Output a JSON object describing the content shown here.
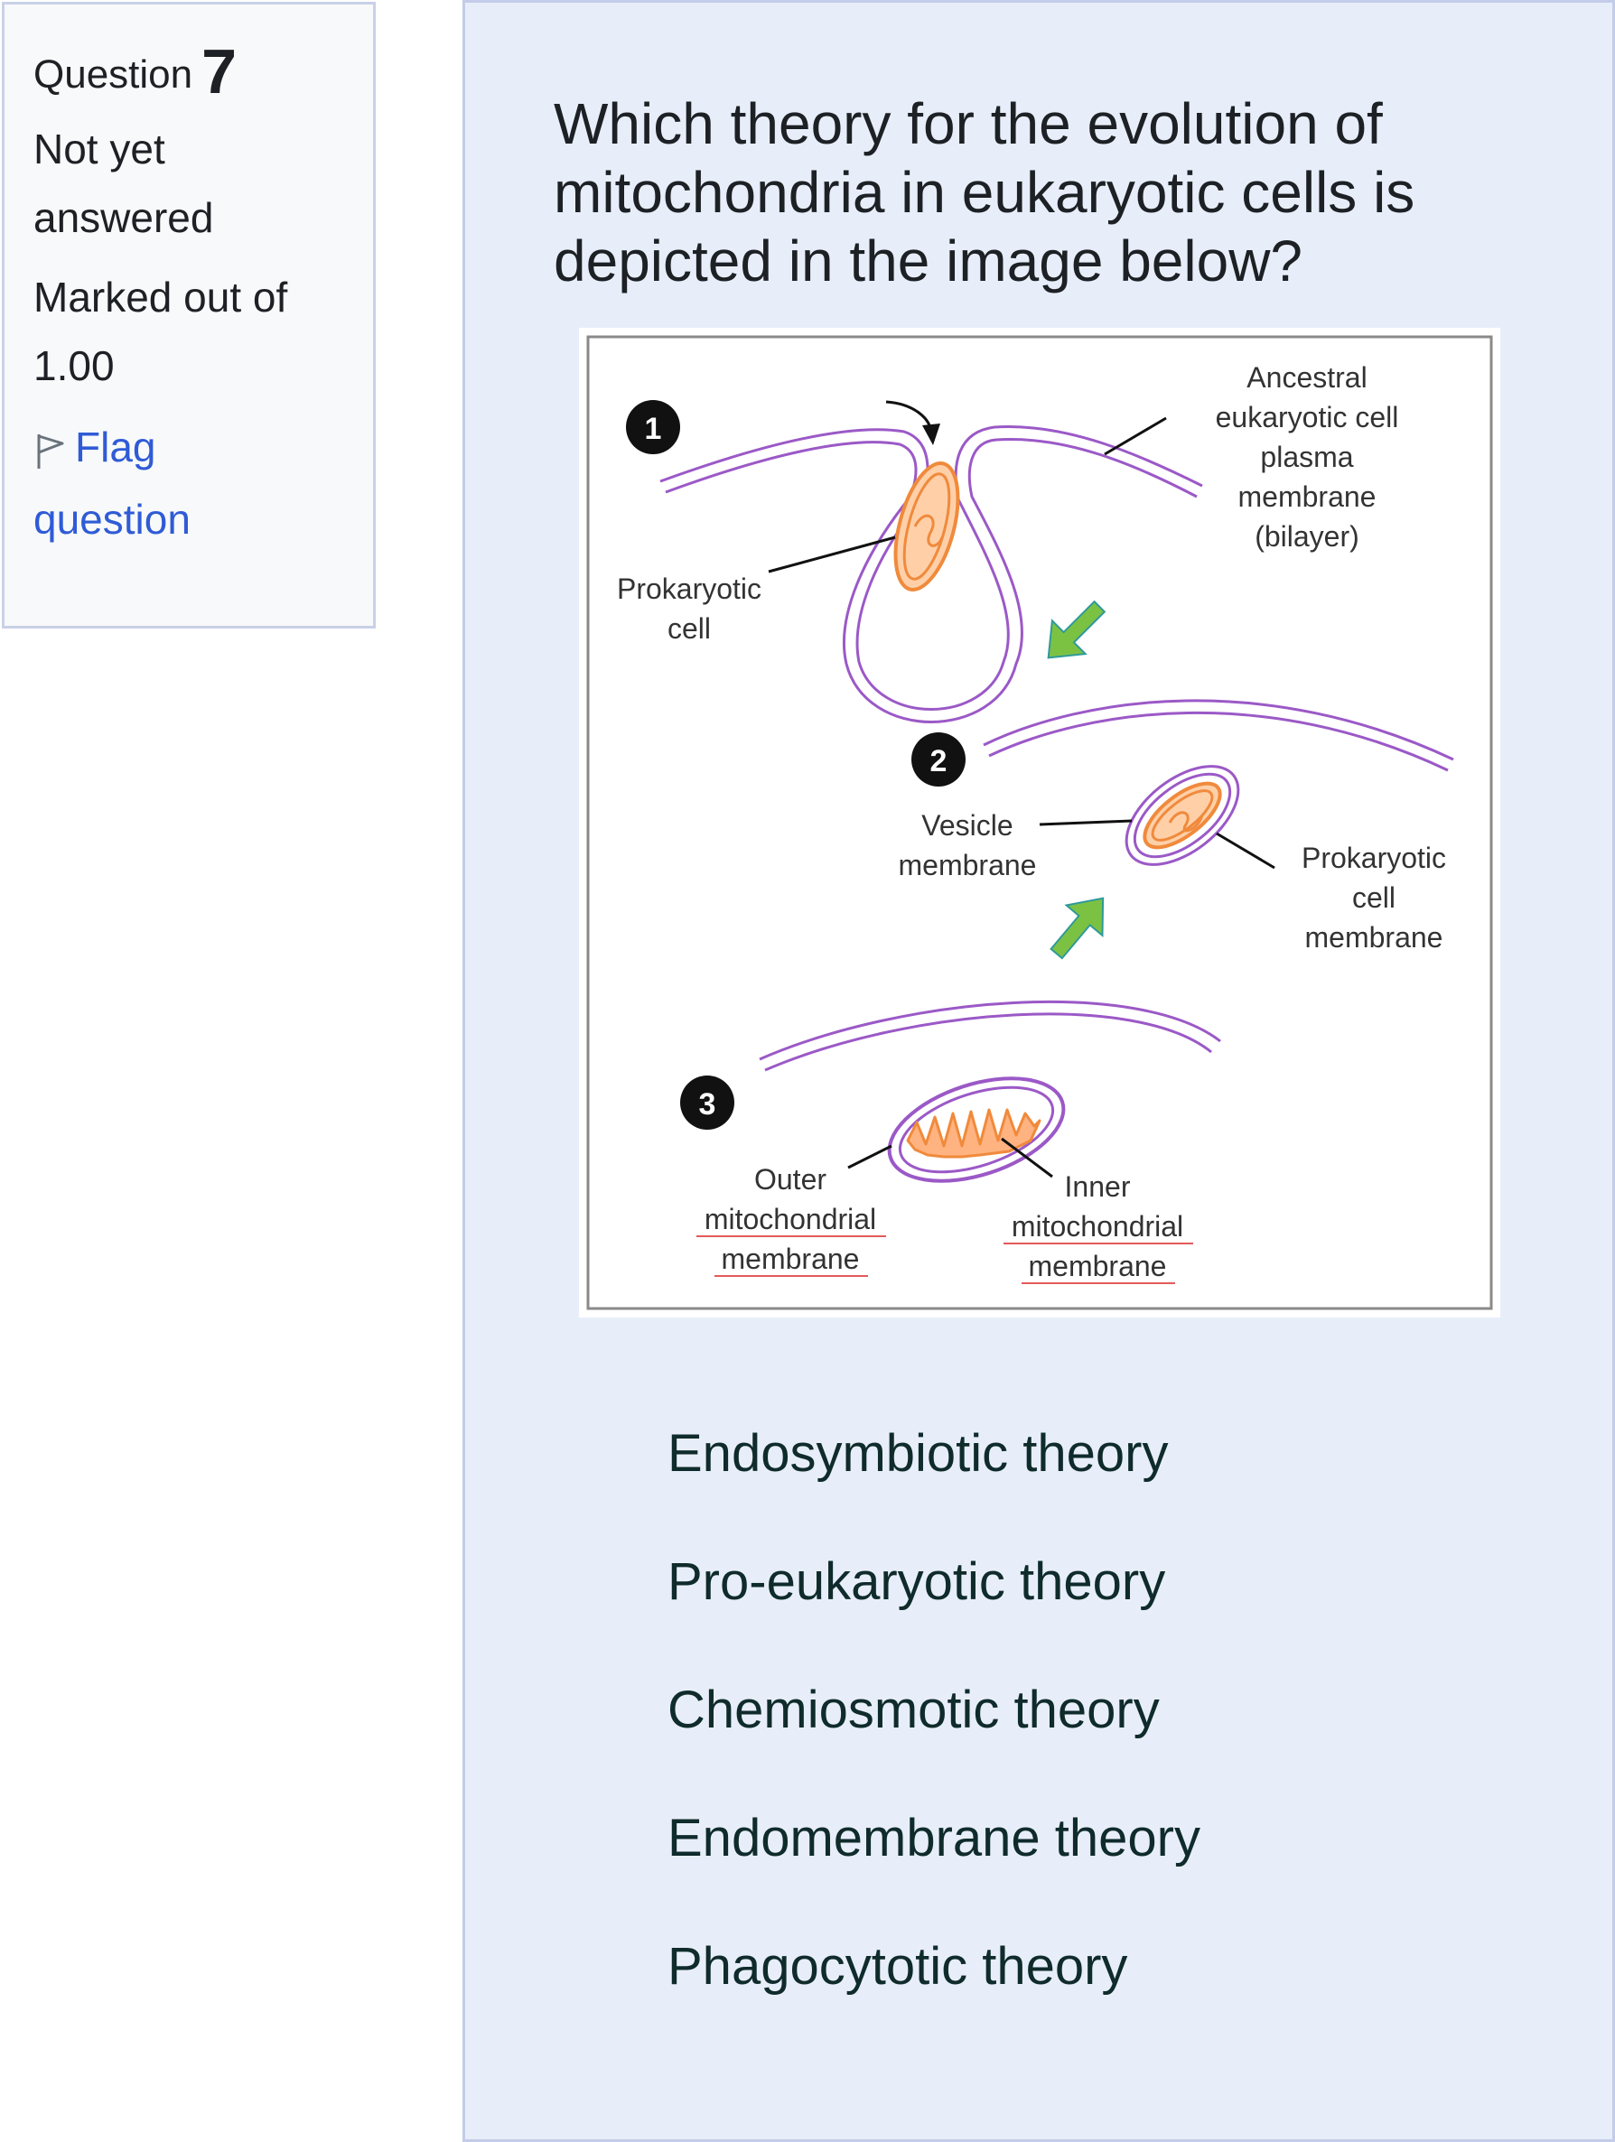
{
  "info": {
    "question_label": "Question",
    "question_number": "7",
    "state_line1": "Not yet",
    "state_line2": "answered",
    "grade_line1": "Marked out of",
    "grade_line2": "1.00",
    "flag_line1": "Flag",
    "flag_line2": "question"
  },
  "question": {
    "line1": "Which theory for the evolution of",
    "line2": "mitochondria in eukaryotic cells is",
    "line3": "depicted in the image below?"
  },
  "figure": {
    "step1": "1",
    "step2": "2",
    "step3": "3",
    "ancestral": [
      "Ancestral",
      "eukaryotic cell",
      "plasma",
      "membrane",
      "(bilayer)"
    ],
    "prok_cell": [
      "Prokaryotic",
      "cell"
    ],
    "vesicle": [
      "Vesicle",
      "membrane"
    ],
    "prok_membrane": [
      "Prokaryotic",
      "cell",
      "membrane"
    ],
    "outer": [
      "Outer",
      "mitochondrial",
      "membrane"
    ],
    "inner": [
      "Inner",
      "mitochondrial",
      "membrane"
    ],
    "colors": {
      "membrane": "#9b59c7",
      "cell": "#f08a3c",
      "arrow": "#7cc242"
    }
  },
  "answers": [
    "Endosymbiotic theory",
    "Pro-eukaryotic theory",
    "Chemiosmotic theory",
    "Endomembrane theory",
    "Phagocytotic theory"
  ]
}
